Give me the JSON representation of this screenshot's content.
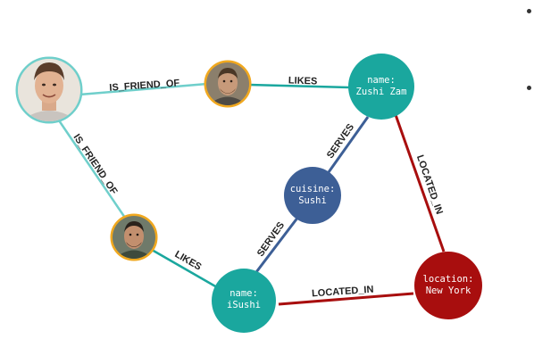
{
  "edges": {
    "friend_1": "IS_FRIEND_OF",
    "friend_2": "IS_FRIEND_OF",
    "likes_zushi": "LIKES",
    "likes_isushi": "LIKES",
    "serves_zushi": "SERVES",
    "serves_isushi": "SERVES",
    "located_zushi": "LOCATED_IN",
    "located_isushi": "LOCATED_IN"
  },
  "nodes": {
    "zushi_zam": [
      "name:",
      "Zushi Zam"
    ],
    "isushi": [
      "name:",
      "iSushi"
    ],
    "sushi": [
      "cuisine:",
      "Sushi"
    ],
    "new_york": [
      "location:",
      "New York"
    ]
  },
  "colors": {
    "teal": "#1aa79e",
    "blue": "#3d5f96",
    "red": "#a80e0e",
    "light_teal": "#6fcfcb",
    "orange": "#f0a81f"
  },
  "icons": [
    "person-avatar-1",
    "person-avatar-2",
    "person-avatar-3"
  ]
}
